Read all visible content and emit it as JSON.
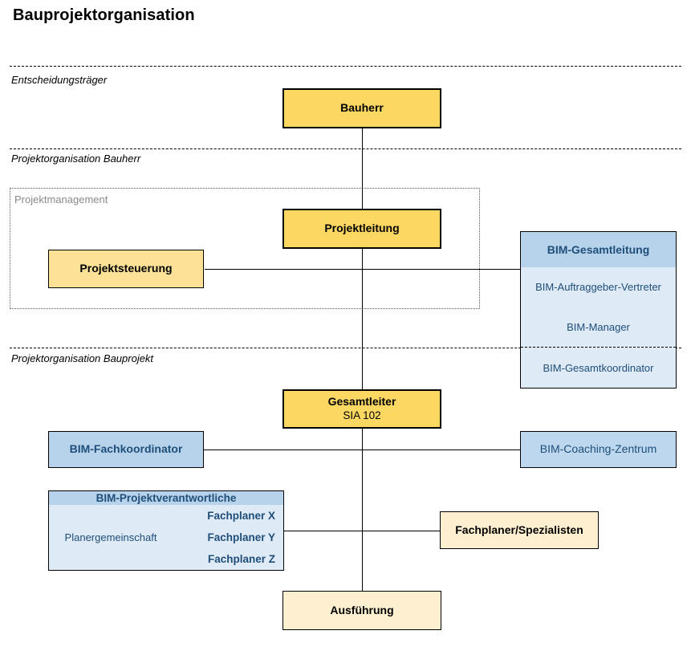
{
  "title": "Bauprojektorganisation",
  "bands": [
    {
      "label": "Entscheidungsträger"
    },
    {
      "label": "Projektorganisation Bauherr"
    },
    {
      "label": "Projektorganisation Bauprojekt"
    }
  ],
  "group": {
    "label": "Projektmanagement"
  },
  "boxes": {
    "bauherr": {
      "label": "Bauherr"
    },
    "projektleitung": {
      "label": "Projektleitung"
    },
    "projektsteuerung": {
      "label": "Projektsteuerung"
    },
    "gesamtleiter": {
      "label": "Gesamtleiter",
      "sublabel": "SIA 102"
    },
    "bim_fachkoordinator": {
      "label": "BIM-Fachkoordinator"
    },
    "bim_coaching_zentrum": {
      "label": "BIM-Coaching-Zentrum"
    },
    "fachplaner_spezialisten": {
      "label": "Fachplaner/Spezialisten"
    },
    "ausfuehrung": {
      "label": "Ausführung"
    }
  },
  "bim_panel": {
    "header": "BIM-Gesamtleitung",
    "rows": [
      "BIM-Auftraggeber-Vertreter",
      "BIM-Manager",
      "BIM-Gesamtkoordinator"
    ]
  },
  "planer": {
    "header": "BIM-Projektverantwortliche",
    "left_label": "Planergemeinschaft",
    "members": [
      "Fachplaner X",
      "Fachplaner Y",
      "Fachplaner Z"
    ]
  },
  "colors": {
    "yellow_strong": "#FCD863",
    "yellow_soft": "#FCE196",
    "cream": "#FDEFCF",
    "blue_mid": "#B7D3EB",
    "blue_light": "#DEEAF6",
    "blue_text": "#1F4E79",
    "group_label": "#8A8A8A"
  }
}
